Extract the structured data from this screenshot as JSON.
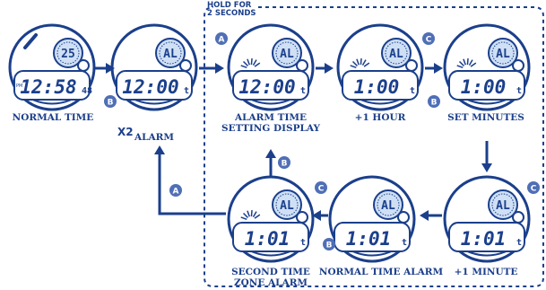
{
  "header": {
    "hold_line1": "HOLD FOR",
    "hold_line2": "2 SECONDS"
  },
  "colors": {
    "primary": "#1b3f8b",
    "button_badge": "#4f6fb6",
    "highlight": "#cfe0f5"
  },
  "buttons": {
    "a": "A",
    "b": "B",
    "c": "C"
  },
  "multiplier": "X2",
  "watches": [
    {
      "id": "normal-time",
      "caption_lines": [
        "NORMAL TIME"
      ],
      "display": "12:58",
      "seconds": "48",
      "pm": "PM",
      "sub": "25",
      "mode": ""
    },
    {
      "id": "alarm",
      "caption_lines": [
        "ALARM"
      ],
      "display": "12:00",
      "seconds": "t",
      "sub": "",
      "mode": "AL"
    },
    {
      "id": "alarm-time-setting",
      "caption_lines": [
        "ALARM TIME",
        "SETTING DISPLAY"
      ],
      "display": "12:00",
      "seconds": "t",
      "sub": "",
      "mode": "AL"
    },
    {
      "id": "plus-one-hour",
      "caption_lines": [
        "+1 HOUR"
      ],
      "display": "1:00",
      "seconds": "t",
      "sub": "",
      "mode": "AL"
    },
    {
      "id": "set-minutes",
      "caption_lines": [
        "SET MINUTES"
      ],
      "display": "1:00",
      "seconds": "t",
      "sub": "",
      "mode": "AL"
    },
    {
      "id": "plus-one-minute",
      "caption_lines": [
        "+1 MINUTE"
      ],
      "display": "1:01",
      "seconds": "t",
      "sub": "",
      "mode": "AL"
    },
    {
      "id": "normal-time-alarm",
      "caption_lines": [
        "NORMAL TIME ALARM"
      ],
      "display": "1:01",
      "seconds": "t",
      "sub": "",
      "mode": "AL"
    },
    {
      "id": "second-time-zone-alarm",
      "caption_lines": [
        "SECOND TIME",
        "ZONE ALARM"
      ],
      "display": "1:01",
      "seconds": "t",
      "sub": "",
      "mode": "AL"
    }
  ]
}
